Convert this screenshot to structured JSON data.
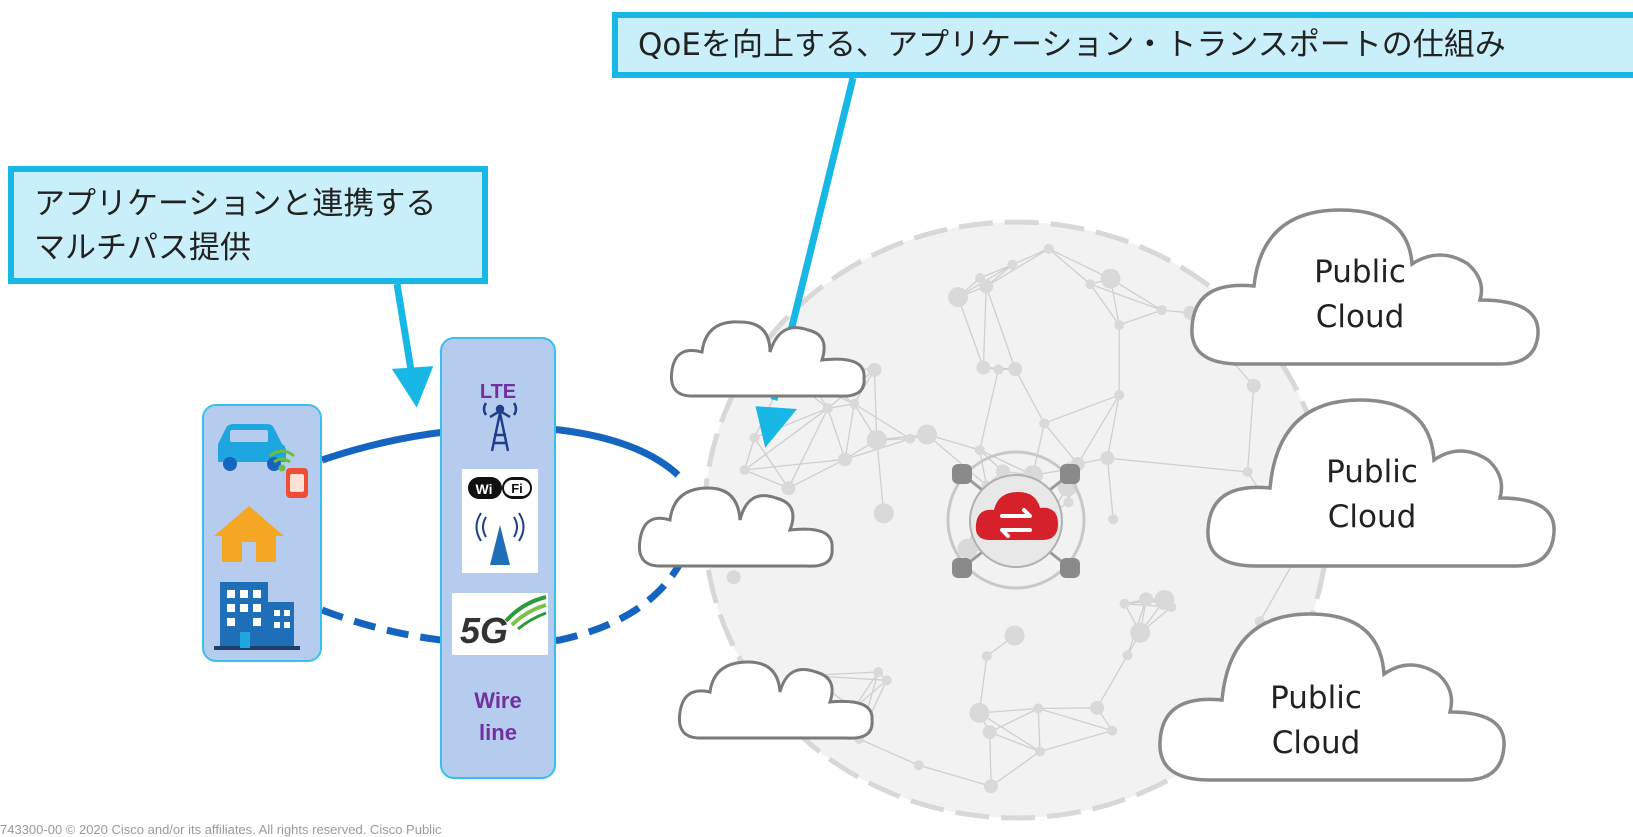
{
  "callouts": {
    "top": "QoEを向上する、アプリケーション・トランスポートの仕組み",
    "left_line1": "アプリケーションと連携する",
    "left_line2": "マルチパス提供"
  },
  "access": {
    "lte": "LTE",
    "wifi_text": "Wi Fi",
    "five_g": "5G",
    "wireline_line1": "Wire",
    "wireline_line2": "line"
  },
  "public_clouds": [
    {
      "line1": "Public",
      "line2": "Cloud"
    },
    {
      "line1": "Public",
      "line2": "Cloud"
    },
    {
      "line1": "Public",
      "line2": "Cloud"
    }
  ],
  "footer": "743300-00 © 2020 Cisco and/or its affiliates. All rights reserved. Cisco Public",
  "colors": {
    "callout_fill": "#c9effa",
    "callout_border": "#18b8e6",
    "panel_fill": "#b6ccef",
    "path_blue": "#1565c0",
    "label_purple": "#7030a0",
    "cloud_red": "#d6202a",
    "icon_blue": "#1ea6e0",
    "house_orange": "#f5a623"
  }
}
